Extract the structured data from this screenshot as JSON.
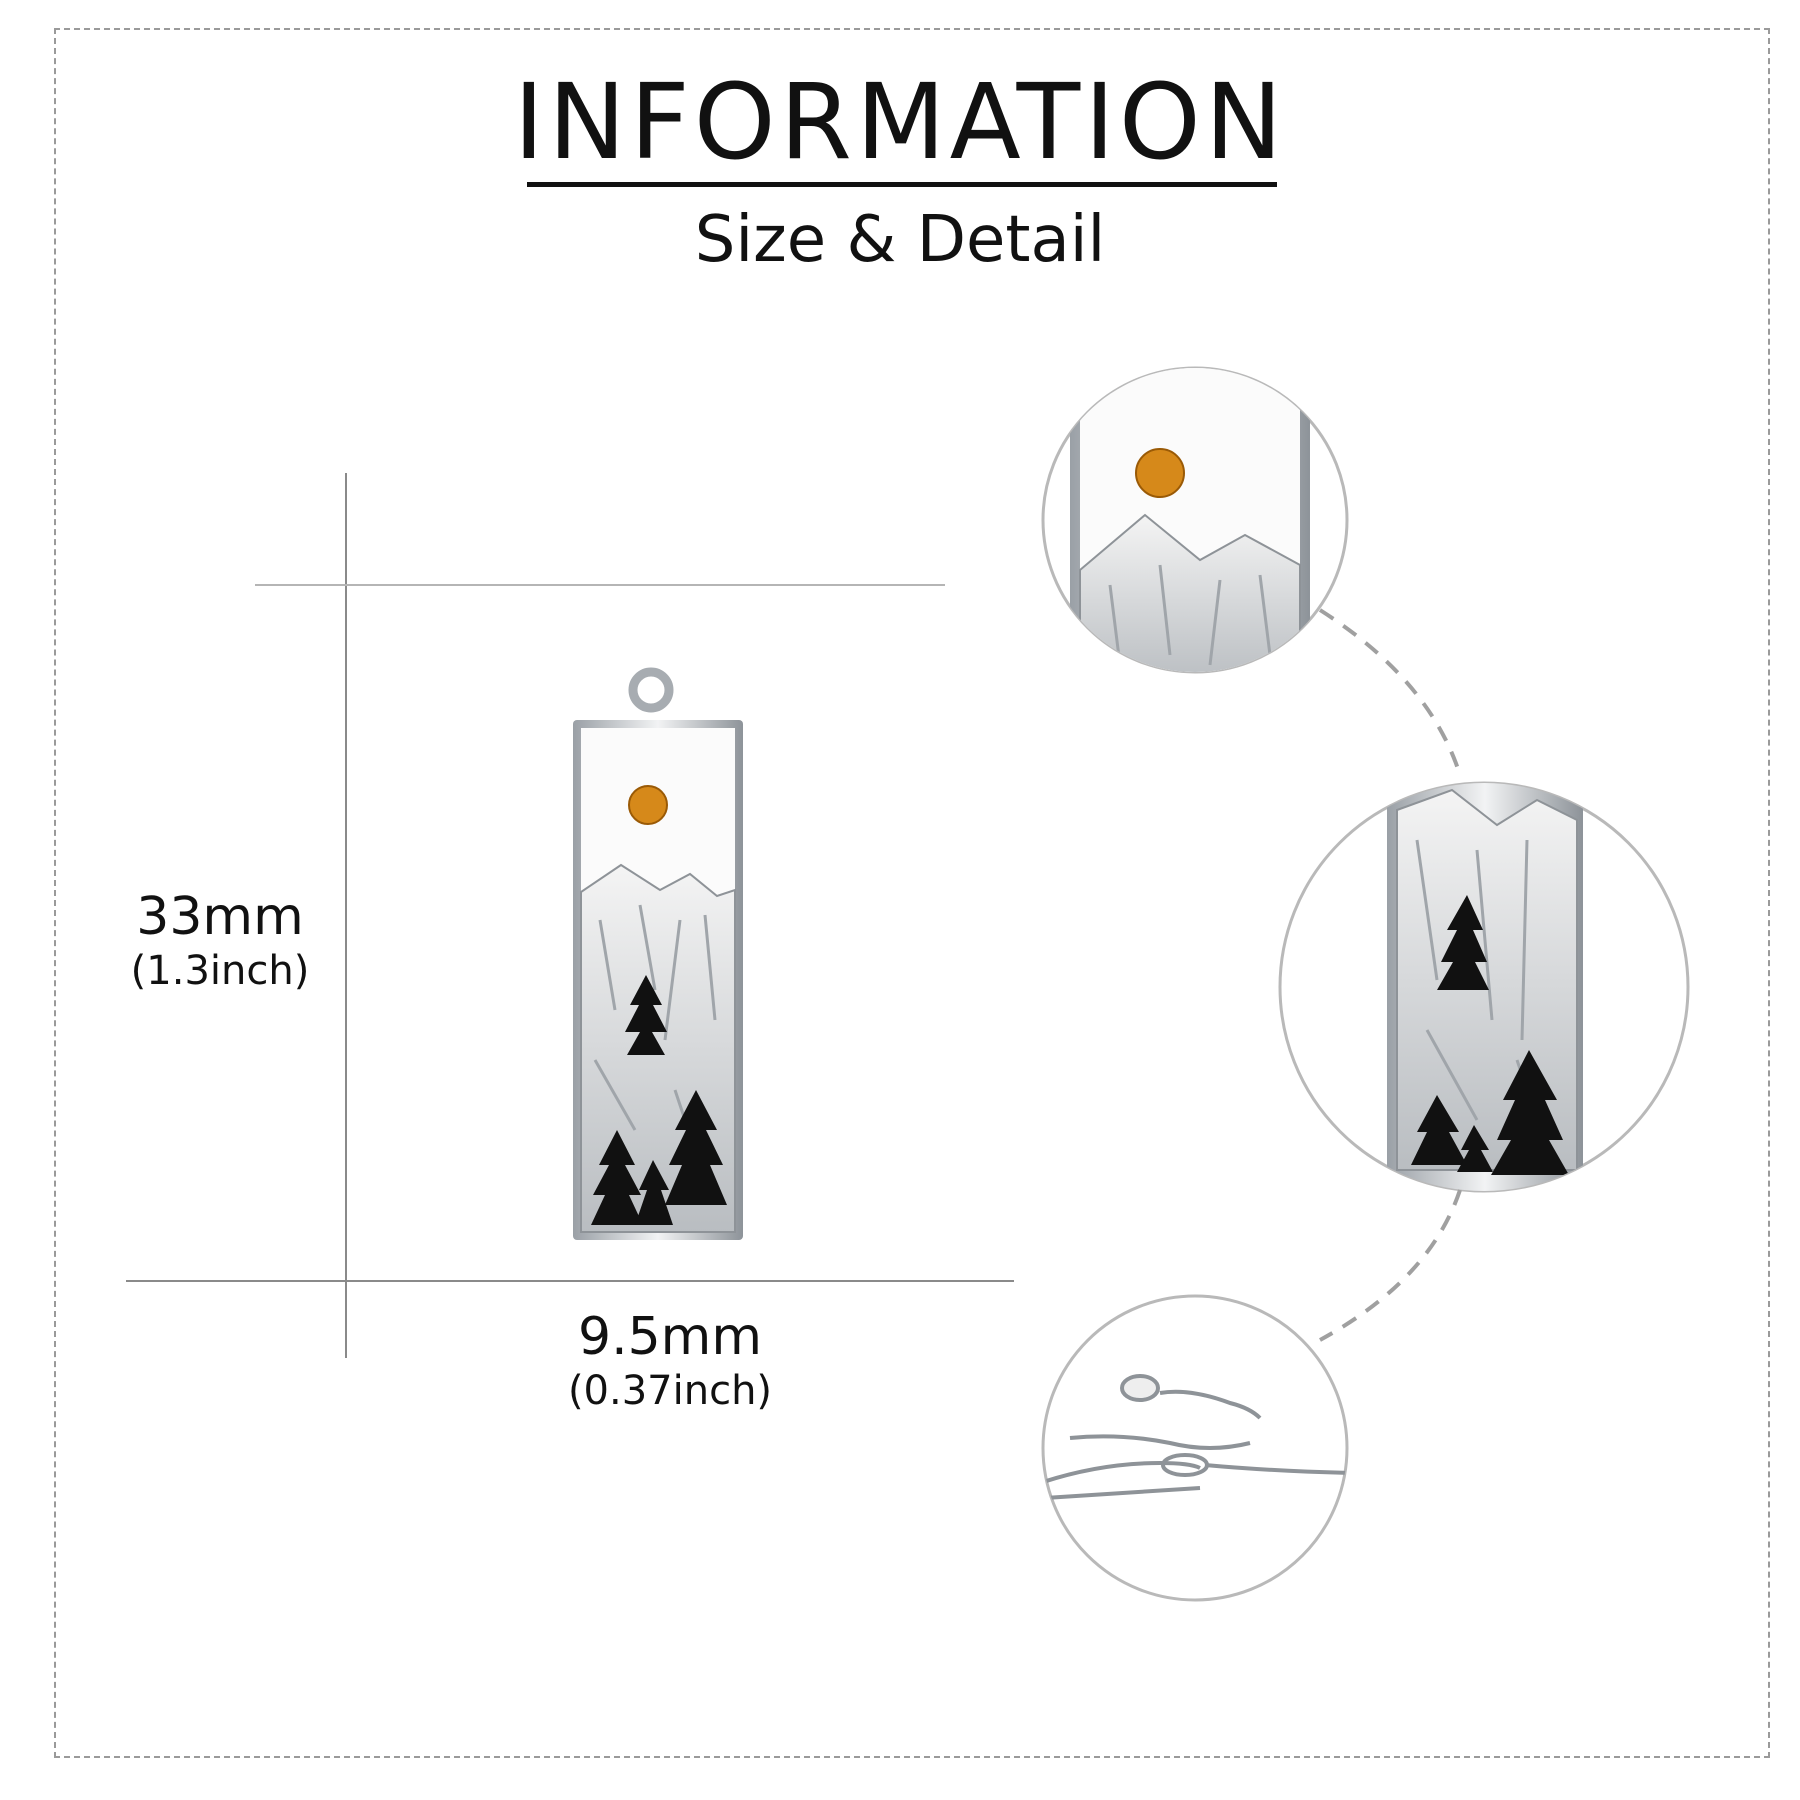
{
  "header": {
    "title": "INFORMATION",
    "subtitle": "Size & Detail"
  },
  "dimensions": {
    "height": {
      "value": "33mm",
      "alt": "(1.3inch)"
    },
    "width": {
      "value": "9.5mm",
      "alt": "(0.37inch)"
    }
  },
  "colors": {
    "frame": "#9a9a9a",
    "guide": "#8a8a8a",
    "sun": "#d6891a",
    "silver": "#d9dbde",
    "tree": "#111111"
  },
  "icons": {
    "detail_top": "mountain-sun-detail",
    "detail_middle": "mountain-trees-detail",
    "detail_bottom": "chain-clasp-detail"
  }
}
